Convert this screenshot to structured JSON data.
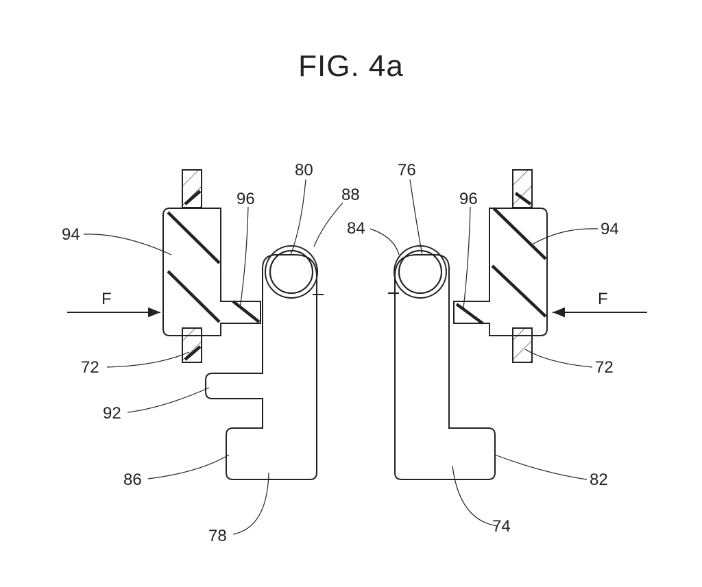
{
  "title": "FIG. 4a",
  "labels": {
    "l94": "94",
    "l96": "96",
    "l80": "80",
    "l88": "88",
    "lF": "F",
    "l72": "72",
    "l92": "92",
    "l86": "86",
    "l78": "78",
    "r76": "76",
    "r84": "84",
    "r96": "96",
    "r94": "94",
    "rF": "F",
    "r72": "72",
    "r82": "82",
    "r74": "74"
  }
}
